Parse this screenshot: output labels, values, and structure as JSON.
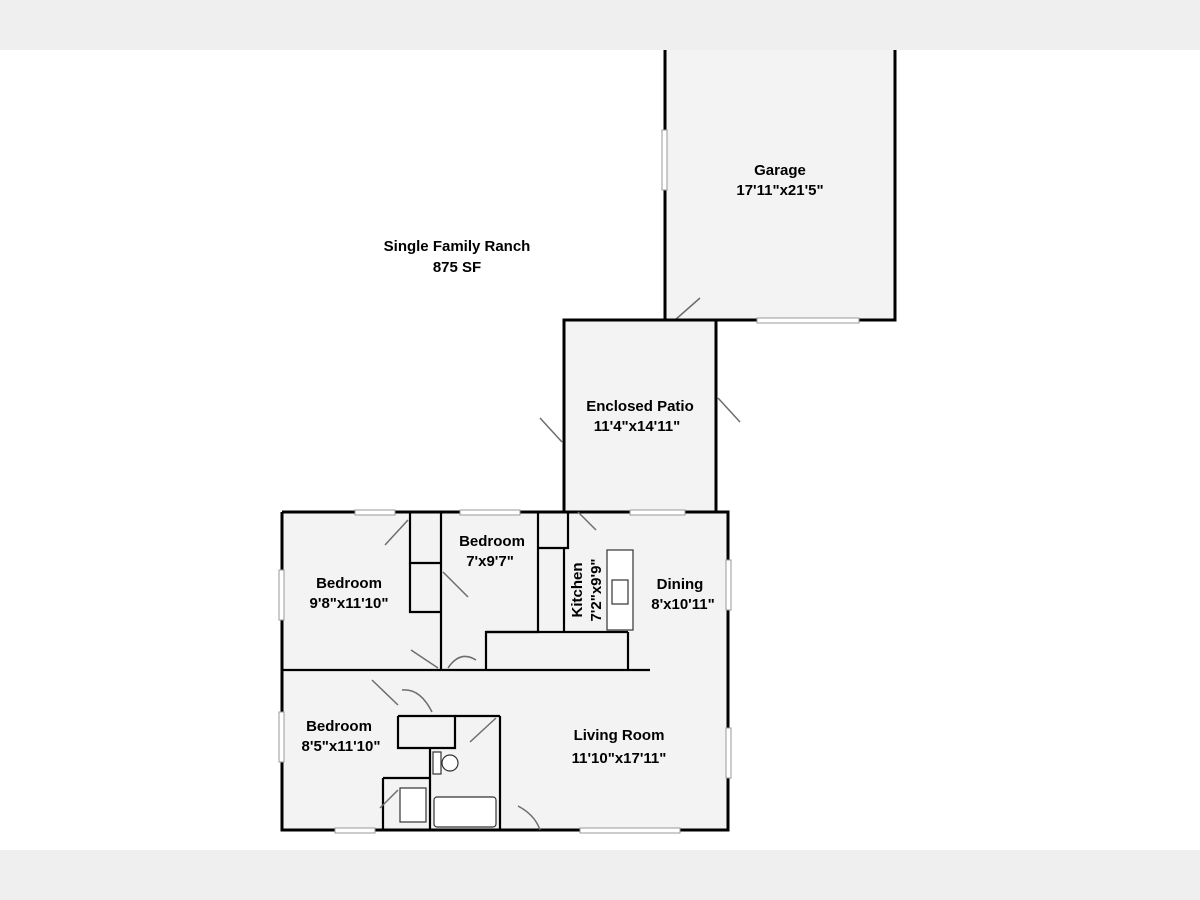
{
  "plan": {
    "summary": {
      "title": "Single Family Ranch",
      "area": "875 SF"
    },
    "rooms": {
      "garage": {
        "name": "Garage",
        "dims": "17'11\"x21'5\""
      },
      "patio": {
        "name": "Enclosed Patio",
        "dims": "11'4\"x14'11\""
      },
      "bedroom_small": {
        "name": "Bedroom",
        "dims": "7'x9'7\""
      },
      "bedroom_left": {
        "name": "Bedroom",
        "dims": "9'8\"x11'10\""
      },
      "kitchen": {
        "name": "Kitchen",
        "dims": "7'2\"x9'9\""
      },
      "dining": {
        "name": "Dining",
        "dims": "8'x10'11\""
      },
      "bedroom_bottom": {
        "name": "Bedroom",
        "dims": "8'5\"x11'10\""
      },
      "living": {
        "name": "Living Room",
        "dims": "11'10\"x17'11\""
      }
    }
  }
}
